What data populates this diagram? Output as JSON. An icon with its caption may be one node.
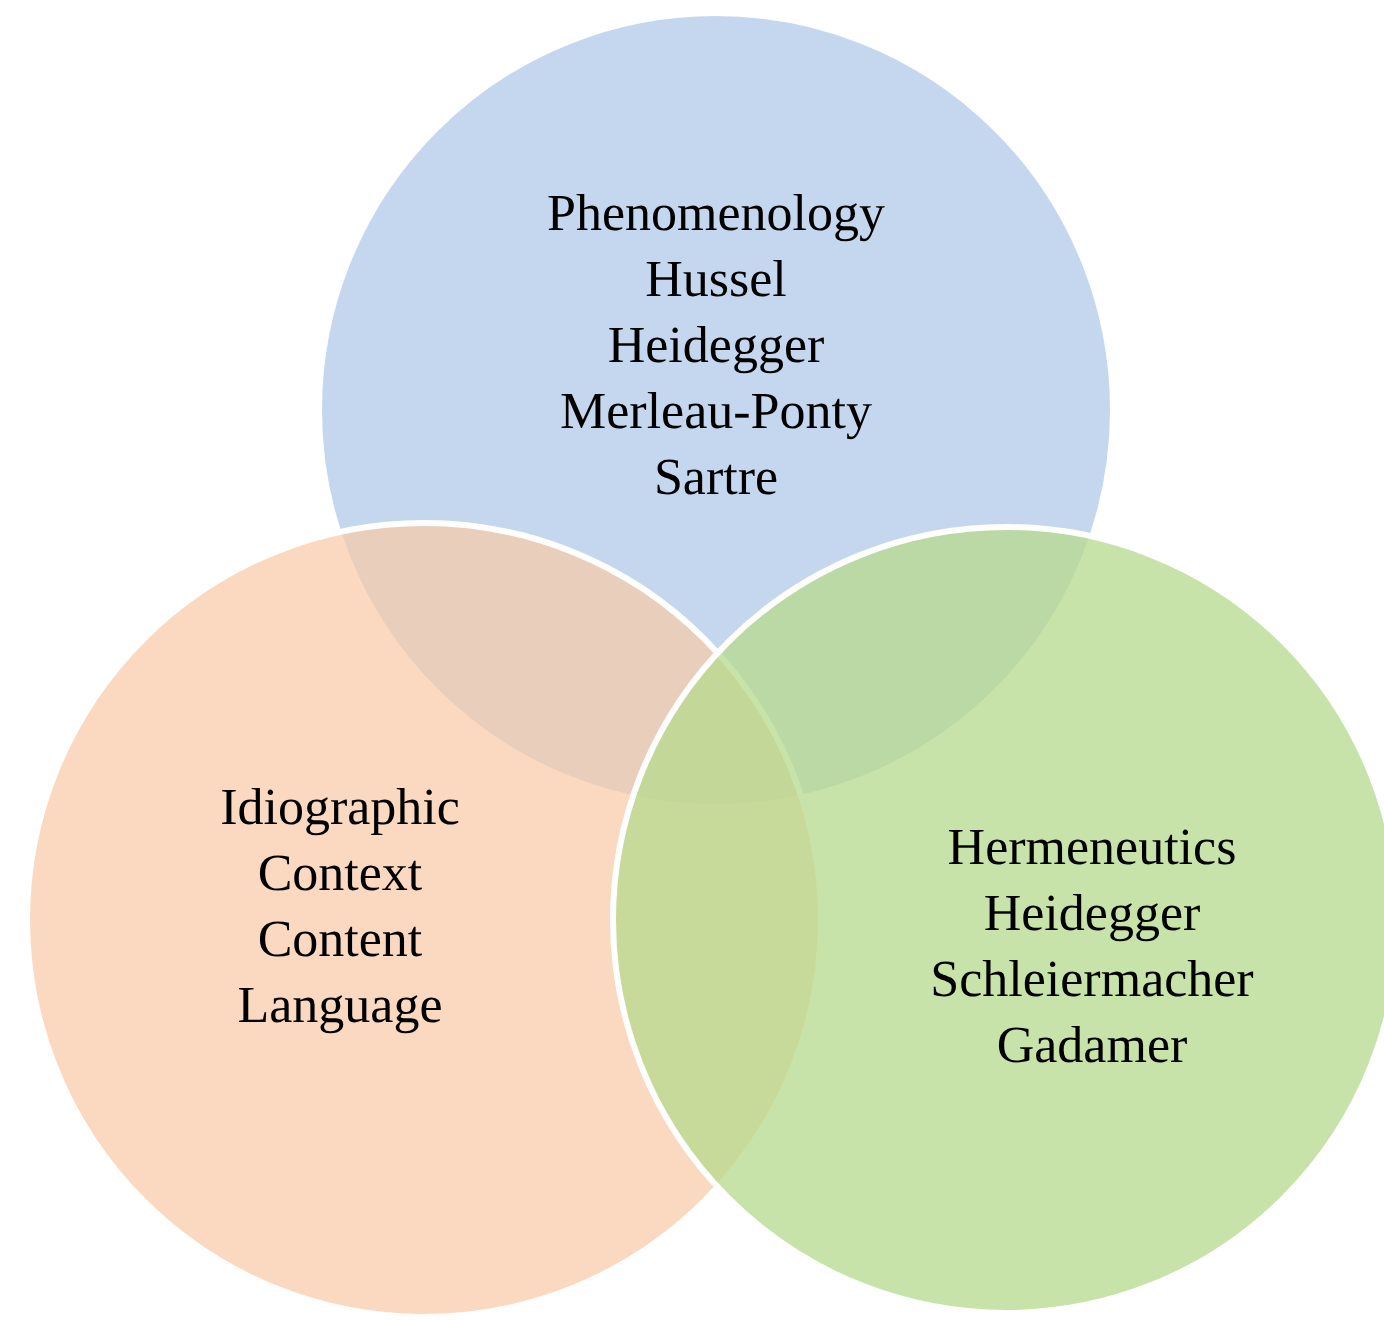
{
  "diagram": {
    "nodes": [
      {
        "text": [
          "Phenomenology",
          "Hussel",
          "Heidegger",
          "Merleau-Ponty",
          "Sartre"
        ]
      },
      {
        "text": [
          "Idiographic",
          "Context",
          "Content",
          "Language"
        ]
      },
      {
        "text": [
          "Hermeneutics",
          "Heidegger",
          "Schleiermacher",
          "Gadamer"
        ]
      }
    ]
  }
}
